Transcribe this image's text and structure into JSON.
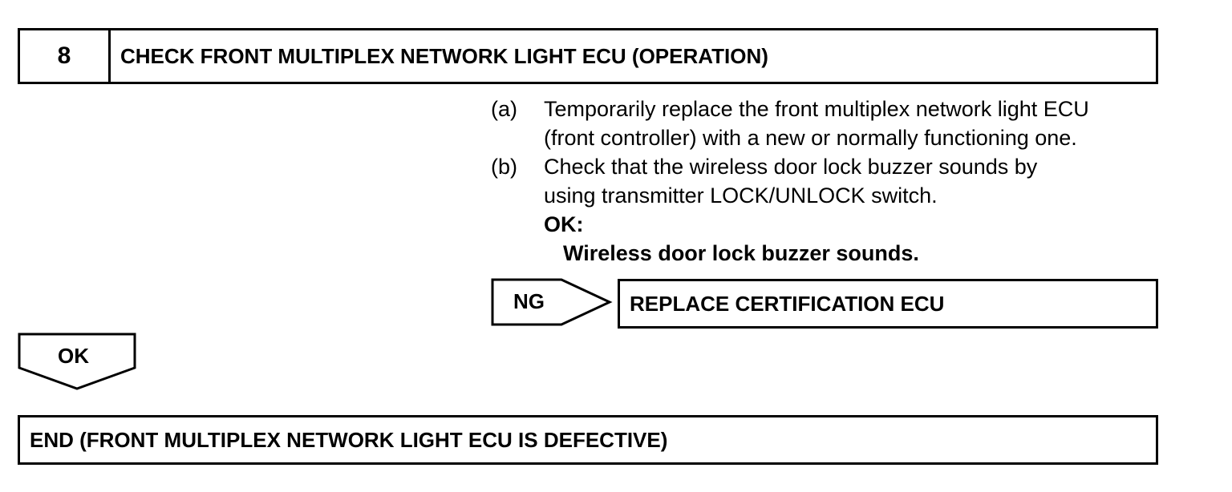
{
  "step": {
    "number": "8",
    "title": "CHECK FRONT MULTIPLEX NETWORK LIGHT ECU (OPERATION)"
  },
  "instructions": [
    {
      "letter": "(a)",
      "lines": [
        "Temporarily replace the front multiplex network light ECU",
        "(front controller) with a new or normally functioning one."
      ]
    },
    {
      "letter": "(b)",
      "lines": [
        "Check that the wireless door lock buzzer sounds by",
        "using transmitter LOCK/UNLOCK switch."
      ]
    }
  ],
  "ok_condition": {
    "label": "OK:",
    "detail": "Wireless door lock buzzer sounds."
  },
  "ng_branch": {
    "label": "NG",
    "result": "REPLACE CERTIFICATION ECU"
  },
  "ok_branch": {
    "label": "OK",
    "result": "END (FRONT MULTIPLEX NETWORK LIGHT ECU IS DEFECTIVE)"
  }
}
